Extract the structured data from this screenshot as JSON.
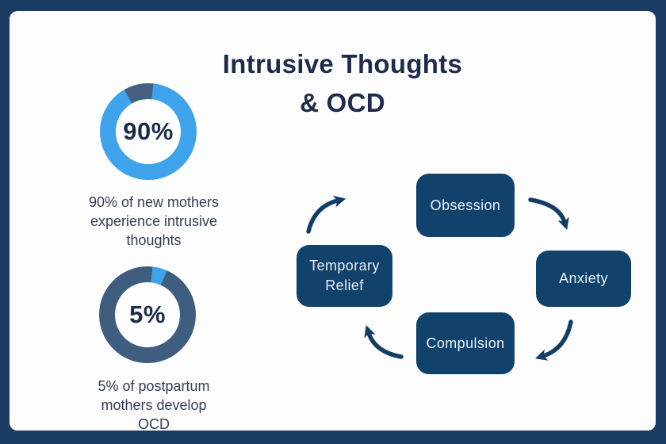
{
  "infographic": {
    "title": {
      "line1": "Intrusive Thoughts",
      "line2": "& OCD"
    },
    "colors": {
      "frame_navy": "#1a3c63",
      "card_white": "#fdfdfd",
      "title_navy": "#1f2b4d",
      "caption_slate": "#333d55",
      "accent_blue": "#3fa3ec",
      "slate_blue": "#44607e",
      "node_navy": "#11426c",
      "node_text": "#e9f0f8",
      "arrow_navy": "#123e66"
    },
    "stats": [
      {
        "value_label": "90%",
        "percent": 90,
        "value_color": "#3fa3ec",
        "remainder_color": "#44607e",
        "caption_lines": [
          "90% of new mothers",
          "experience intrusive",
          "thoughts"
        ]
      },
      {
        "value_label": "5%",
        "percent": 5,
        "value_color": "#3fa3ec",
        "remainder_color": "#3f5d7e",
        "caption_lines": [
          "5% of postpartum",
          "mothers develop",
          "OCD"
        ]
      }
    ],
    "cycle": {
      "nodes": [
        {
          "id": "obsession",
          "lines": [
            "Obsession"
          ]
        },
        {
          "id": "anxiety",
          "lines": [
            "Anxiety"
          ]
        },
        {
          "id": "compulsion",
          "lines": [
            "Compulsion"
          ]
        },
        {
          "id": "temporary-relief",
          "lines": [
            "Temporary",
            "Relief"
          ]
        }
      ]
    }
  },
  "chart_data": [
    {
      "type": "pie",
      "variant": "donut",
      "title": "90% of new mothers experience intrusive thoughts",
      "center_label": "90%",
      "slices": [
        {
          "label": "New mothers who experience intrusive thoughts",
          "value": 90,
          "color": "#3fa3ec"
        },
        {
          "label": "Remainder",
          "value": 10,
          "color": "#44607e"
        }
      ],
      "legend": "off"
    },
    {
      "type": "pie",
      "variant": "donut",
      "title": "5% of postpartum mothers develop OCD",
      "center_label": "5%",
      "slices": [
        {
          "label": "Postpartum mothers who develop OCD",
          "value": 5,
          "color": "#3fa3ec"
        },
        {
          "label": "Remainder",
          "value": 95,
          "color": "#3f5d7e"
        }
      ],
      "legend": "off"
    }
  ]
}
